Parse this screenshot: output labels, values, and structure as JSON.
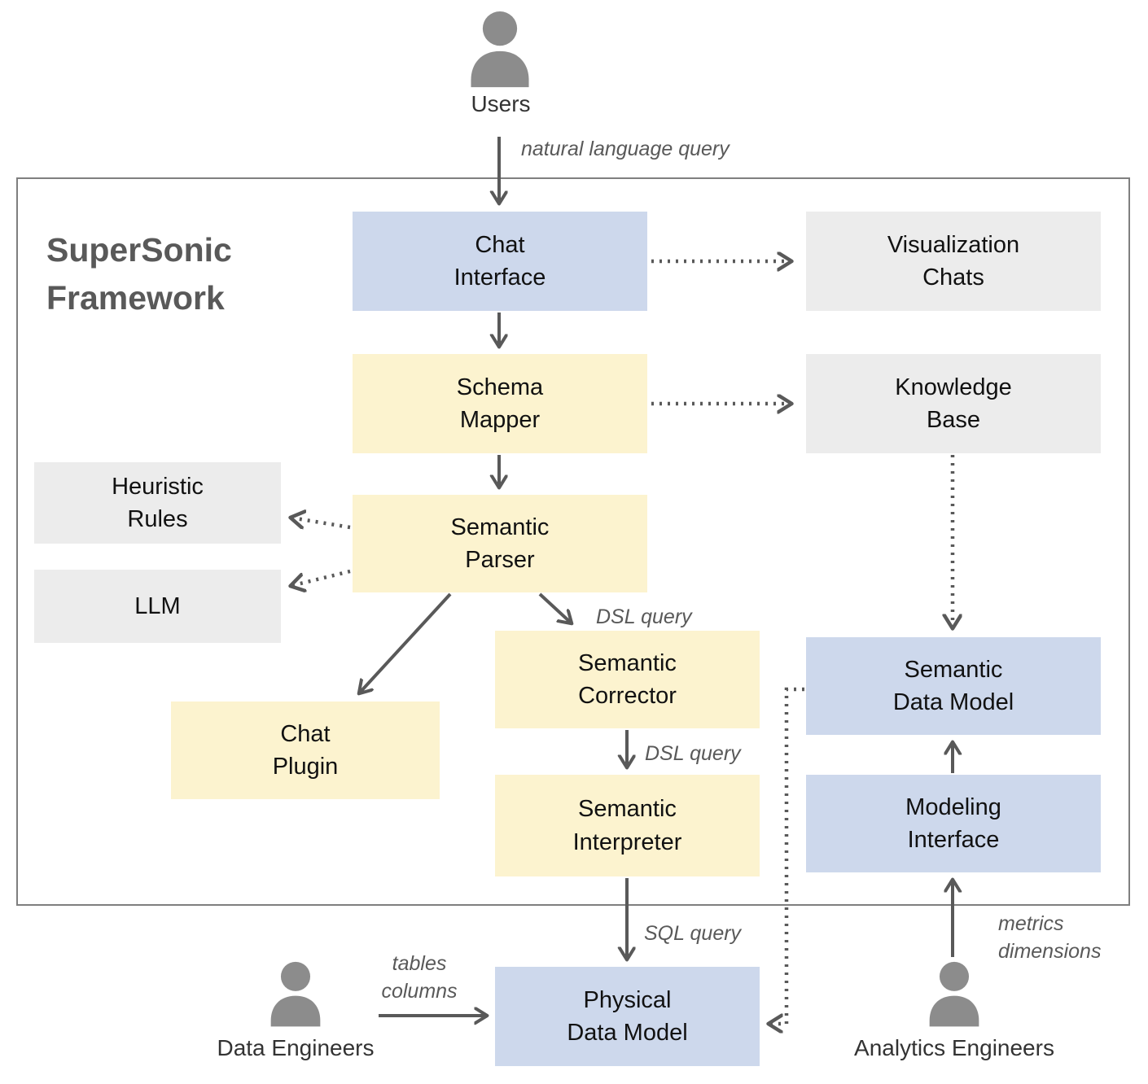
{
  "title": "SuperSonic\nFramework",
  "actors": {
    "users": "Users",
    "data_engineers": "Data Engineers",
    "analytics_engineers": "Analytics Engineers"
  },
  "nodes": {
    "chat_interface": "Chat\nInterface",
    "visualization_chats": "Visualization\nChats",
    "schema_mapper": "Schema\nMapper",
    "knowledge_base": "Knowledge\nBase",
    "heuristic_rules": "Heuristic\nRules",
    "llm": "LLM",
    "semantic_parser": "Semantic\nParser",
    "semantic_corrector": "Semantic\nCorrector",
    "chat_plugin": "Chat\nPlugin",
    "semantic_interpreter": "Semantic\nInterpreter",
    "semantic_data_model": "Semantic\nData Model",
    "modeling_interface": "Modeling\nInterface",
    "physical_data_model": "Physical\nData Model"
  },
  "edge_labels": {
    "natural_language_query": "natural language query",
    "dsl_query_1": "DSL query",
    "dsl_query_2": "DSL query",
    "sql_query": "SQL query",
    "tables_columns": "tables\ncolumns",
    "metrics_dimensions": "metrics\ndimensions"
  },
  "colors": {
    "node_blue": "#cdd8ec",
    "node_yellow": "#fcf3cf",
    "node_gray": "#ececec",
    "arrow": "#595959",
    "frame_border": "#7f7f7f",
    "icon_gray": "#8c8c8c",
    "label_gray": "#595959",
    "text": "#111111"
  }
}
